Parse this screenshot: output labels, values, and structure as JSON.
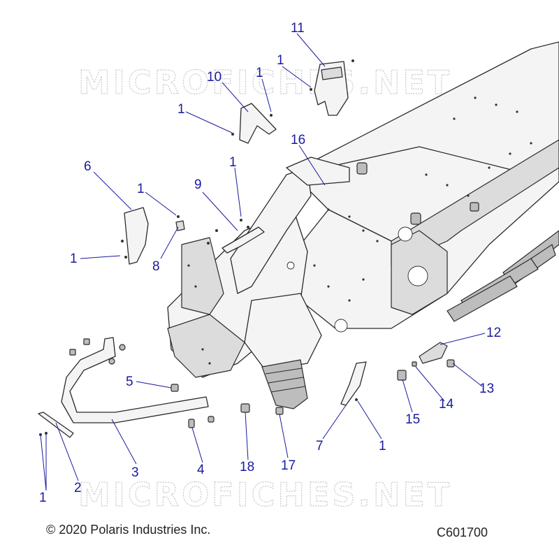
{
  "watermark": {
    "text": "MICROFICHES.NET"
  },
  "footer": {
    "copyright": "© 2020 Polaris Industries Inc.",
    "figure_code": "C601700"
  },
  "callouts": [
    {
      "id": "c11",
      "label": "11"
    },
    {
      "id": "c1a",
      "label": "1"
    },
    {
      "id": "c1b",
      "label": "1"
    },
    {
      "id": "c10",
      "label": "10"
    },
    {
      "id": "c1c",
      "label": "1"
    },
    {
      "id": "c16",
      "label": "16"
    },
    {
      "id": "c6",
      "label": "6"
    },
    {
      "id": "c1d",
      "label": "1"
    },
    {
      "id": "c9",
      "label": "9"
    },
    {
      "id": "c1e",
      "label": "1"
    },
    {
      "id": "c1f",
      "label": "1"
    },
    {
      "id": "c8",
      "label": "8"
    },
    {
      "id": "c12",
      "label": "12"
    },
    {
      "id": "c13",
      "label": "13"
    },
    {
      "id": "c14",
      "label": "14"
    },
    {
      "id": "c15",
      "label": "15"
    },
    {
      "id": "c5",
      "label": "5"
    },
    {
      "id": "c3",
      "label": "3"
    },
    {
      "id": "c2",
      "label": "2"
    },
    {
      "id": "c1g",
      "label": "1"
    },
    {
      "id": "c4",
      "label": "4"
    },
    {
      "id": "c18",
      "label": "18"
    },
    {
      "id": "c17",
      "label": "17"
    },
    {
      "id": "c7",
      "label": "7"
    },
    {
      "id": "c1h",
      "label": "1"
    }
  ]
}
